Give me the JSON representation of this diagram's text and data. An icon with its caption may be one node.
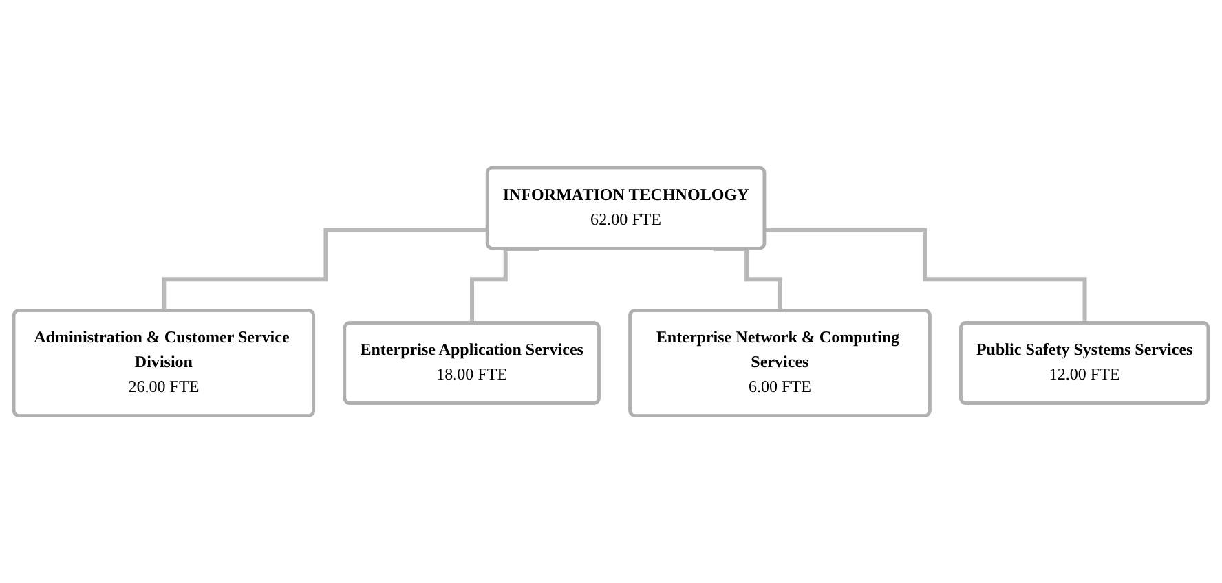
{
  "diagram": {
    "nodes": [
      {
        "text": [
          "INFORMATION TECHNOLOGY",
          "62.00 FTE"
        ]
      },
      {
        "text": [
          "Administration & Customer Service Division",
          "26.00 FTE"
        ]
      },
      {
        "text": [
          "Enterprise Application Services",
          "18.00 FTE"
        ]
      },
      {
        "text": [
          "Enterprise Network & Computing Services",
          "6.00 FTE"
        ]
      },
      {
        "text": [
          "Public Safety Systems Services",
          "12.00 FTE"
        ]
      }
    ],
    "edges": [
      {
        "from": 0,
        "to": 1,
        "arrow": "none"
      },
      {
        "from": 0,
        "to": 2,
        "arrow": "none"
      },
      {
        "from": 0,
        "to": 3,
        "arrow": "none"
      },
      {
        "from": 0,
        "to": 4,
        "arrow": "none"
      }
    ]
  }
}
